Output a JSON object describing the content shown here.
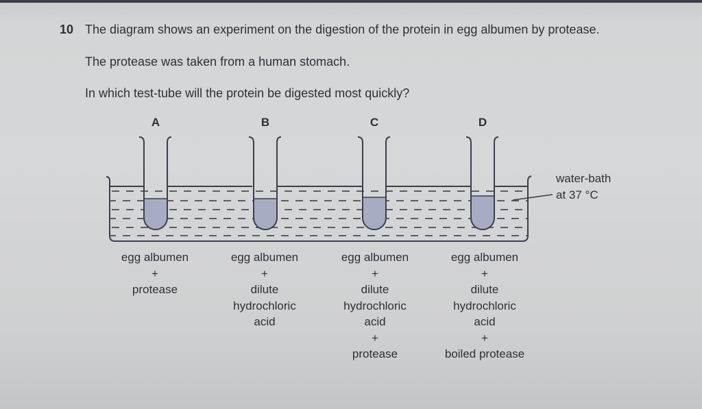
{
  "question": {
    "number": "10",
    "lines": [
      "The diagram shows an experiment on the digestion of the protein in egg albumen by protease.",
      "The protease was taken from a human stomach.",
      "In which test-tube will the protein be digested most quickly?"
    ]
  },
  "diagram": {
    "water_bath_label": [
      "water-bath",
      "at 37 °C"
    ],
    "tubes": [
      {
        "label": "A",
        "contents": [
          "egg albumen",
          "+",
          "protease"
        ]
      },
      {
        "label": "B",
        "contents": [
          "egg albumen",
          "+",
          "dilute",
          "hydrochloric",
          "acid"
        ]
      },
      {
        "label": "C",
        "contents": [
          "egg albumen",
          "+",
          "dilute",
          "hydrochloric",
          "acid",
          "+",
          "protease"
        ]
      },
      {
        "label": "D",
        "contents": [
          "egg albumen",
          "+",
          "dilute",
          "hydrochloric",
          "acid",
          "+",
          "boiled protease"
        ]
      }
    ],
    "colors": {
      "line": "#3b3f4a",
      "tube_liquid": "#a7acc4",
      "dash": "#5a5d66"
    }
  }
}
